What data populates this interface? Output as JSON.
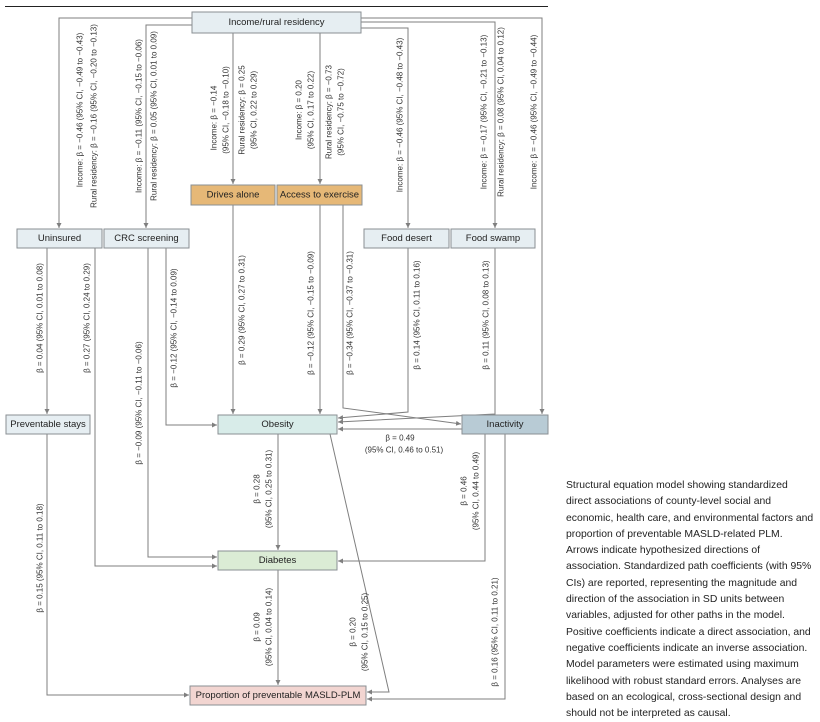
{
  "colors": {
    "neutral_box": "#e6eef2",
    "orange_box": "#e6b877",
    "obesity_box": "#d8ece9",
    "inactivity_box": "#b8cbd5",
    "diabetes_box": "#dbecd5",
    "outcome_box": "#f2d5d1",
    "edge": "#7f7f7f"
  },
  "nodes": {
    "income": "Income/rural residency",
    "drives_alone": "Drives alone",
    "access_exercise": "Access to exercise",
    "uninsured": "Uninsured",
    "crc": "CRC screening",
    "food_desert": "Food desert",
    "food_swamp": "Food swamp",
    "preventable_stays": "Preventable stays",
    "obesity": "Obesity",
    "inactivity": "Inactivity",
    "diabetes": "Diabetes",
    "outcome": "Proportion of preventable MASLD-PLM"
  },
  "edges": {
    "income_uninsured": [
      "Income: β = −0.46 (95% CI, −0.49 to −0.43)",
      "Rural residency: β = −0.16 (95% CI, −0.20 to −0.13)"
    ],
    "income_crc": [
      "Income: β = −0.11 (95% CI, −0.15 to −0.06)",
      "Rural residency: β = 0.05 (95% CI, 0.01 to 0.09)"
    ],
    "income_drives": [
      "Income: β = −0.14",
      "(95% CI, −0.18 to −0.10)",
      "Rural residency: β = 0.25",
      "(95% CI, 0.22 to 0.29)"
    ],
    "income_access": [
      "Income: β = 0.20",
      "(95% CI, 0.17 to 0.22)",
      "Rural residency: β = −0.73",
      "(95% CI, −0.75 to −0.72)"
    ],
    "income_food_desert": [
      "Income: β = −0.46 (95% CI, −0.48 to −0.43)"
    ],
    "income_food_swamp": [
      "Income: β = −0.17 (95% CI, −0.21 to −0.13)",
      "Rural residency: β = 0.08 (95% CI, 0.04 to 0.12)"
    ],
    "income_inactivity": [
      "Income: β = −0.46 (95% CI, −0.49 to −0.44)"
    ],
    "uninsured_preventable": "β = 0.04 (95% CI, 0.01 to 0.08)",
    "uninsured_diabetes": "β = 0.27 (95% CI, 0.24 to 0.29)",
    "crc_diabetes": "β = −0.09 (95% CI, −0.11 to −0.06)",
    "crc_obesity": "β = −0.12 (95% CI, −0.14 to 0.09)",
    "drives_obesity": "β = 0.29 (95% CI, 0.27 to 0.31)",
    "access_obesity": "β = −0.12 (95% CI, −0.15 to −0.09)",
    "access_inactivity": "β = −0.34 (95% CI, −0.37 to −0.31)",
    "desert_obesity": "β = 0.14 (95% CI, 0.11 to 0.16)",
    "swamp_obesity": "β = 0.11 (95% CI, 0.08 to 0.13)",
    "inactivity_obesity": [
      "β = 0.49",
      "(95% CI, 0.46 to 0.51)"
    ],
    "obesity_diabetes": [
      "β = 0.28",
      "(95% CI, 0.25 to 0.31)"
    ],
    "inactivity_diabetes": [
      "β = 0.46",
      "(95% CI, 0.44 to 0.49)"
    ],
    "diabetes_outcome": [
      "β = 0.09",
      "(95% CI, 0.04 to 0.14)"
    ],
    "obesity_outcome": [
      "β = 0.20",
      "(95% CI, 0.15 to 0.25)"
    ],
    "inactivity_outcome": "β = 0.16 (95% CI, 0.11 to 0.21)",
    "preventable_outcome": "β = 0.15 (95% CI, 0.11 to 0.18)"
  },
  "caption": "Structural equation model showing standardized direct associations of county-level social and economic, health care, and environmental factors and proportion of preventable MASLD-related PLM. Arrows indicate hypothesized directions of association. Standardized path coefficients (with 95% CIs) are reported, representing the magnitude and direction of the association in SD units between variables, adjusted for other paths in the model. Positive coefficients indicate a direct association, and negative coefficients indicate an inverse association. Model parameters were estimated using maximum likelihood with robust standard errors. Analyses are based on an ecological, cross-sectional design and should not be interpreted as causal."
}
